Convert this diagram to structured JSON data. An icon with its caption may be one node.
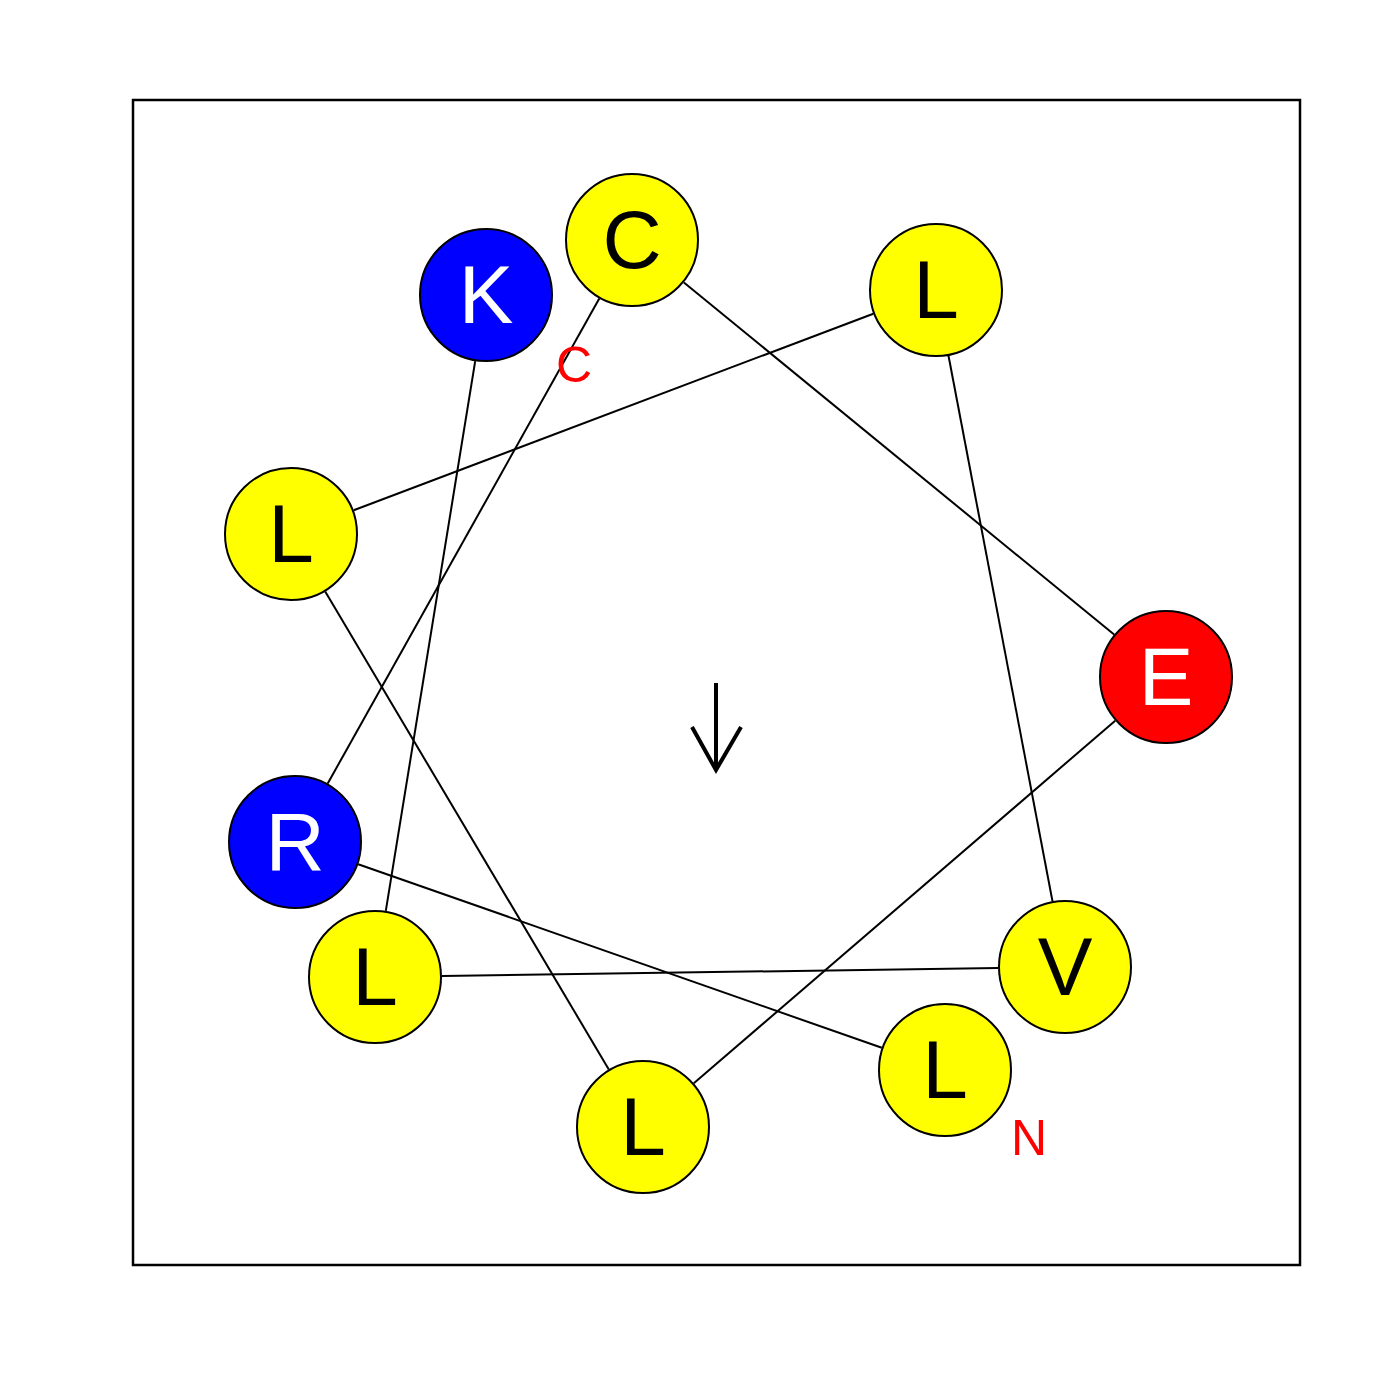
{
  "diagram": {
    "nodes": [
      {
        "text": [
          "K"
        ],
        "beside": [
          "C"
        ]
      },
      {
        "text": [
          "C"
        ]
      },
      {
        "text": [
          "L"
        ]
      },
      {
        "text": [
          "L"
        ]
      },
      {
        "text": [
          "E"
        ]
      },
      {
        "text": [
          "R"
        ]
      },
      {
        "text": [
          "L"
        ]
      },
      {
        "text": [
          "V"
        ]
      },
      {
        "text": [
          "L"
        ]
      },
      {
        "text": [
          "L"
        ],
        "beside": [
          "N"
        ]
      }
    ],
    "edges": [
      {
        "from": 9,
        "to": 5,
        "arrow": "none"
      },
      {
        "from": 5,
        "to": 1,
        "arrow": "none"
      },
      {
        "from": 1,
        "to": 4,
        "arrow": "none"
      },
      {
        "from": 4,
        "to": 8,
        "arrow": "none"
      },
      {
        "from": 8,
        "to": 3,
        "arrow": "none"
      },
      {
        "from": 3,
        "to": 2,
        "arrow": "none"
      },
      {
        "from": 2,
        "to": 7,
        "arrow": "none"
      },
      {
        "from": 7,
        "to": 6,
        "arrow": "none"
      },
      {
        "from": 6,
        "to": 0,
        "arrow": "none"
      }
    ]
  }
}
